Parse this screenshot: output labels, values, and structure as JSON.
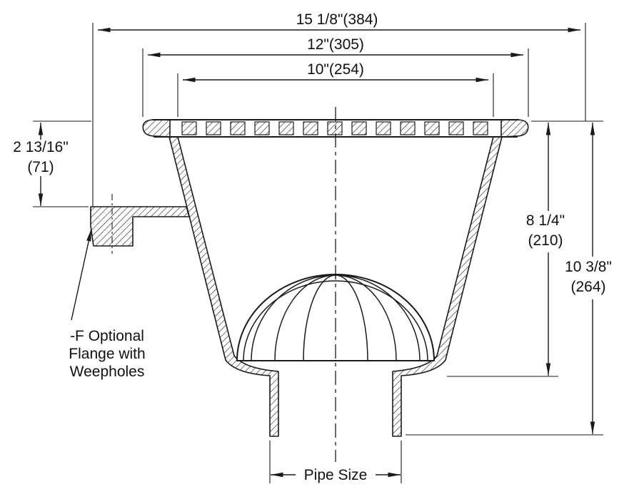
{
  "drawing": {
    "type": "floor-drain-cross-section",
    "line_color": "#1a1a1a",
    "background": "#ffffff"
  },
  "dims": {
    "overall_width": "15 1/8\"(384)",
    "rim_width": "12\"(305)",
    "grate_width": "10\"(254)",
    "flange_height": [
      "2 13/16\"",
      "(71)"
    ],
    "body_depth": [
      "8 1/4\"",
      "(210)"
    ],
    "overall_depth": [
      "10 3/8\"",
      "(264)"
    ],
    "pipe_size_label": "Pipe Size"
  },
  "note": {
    "lines": [
      "-F Optional",
      "Flange with",
      "Weepholes"
    ]
  }
}
